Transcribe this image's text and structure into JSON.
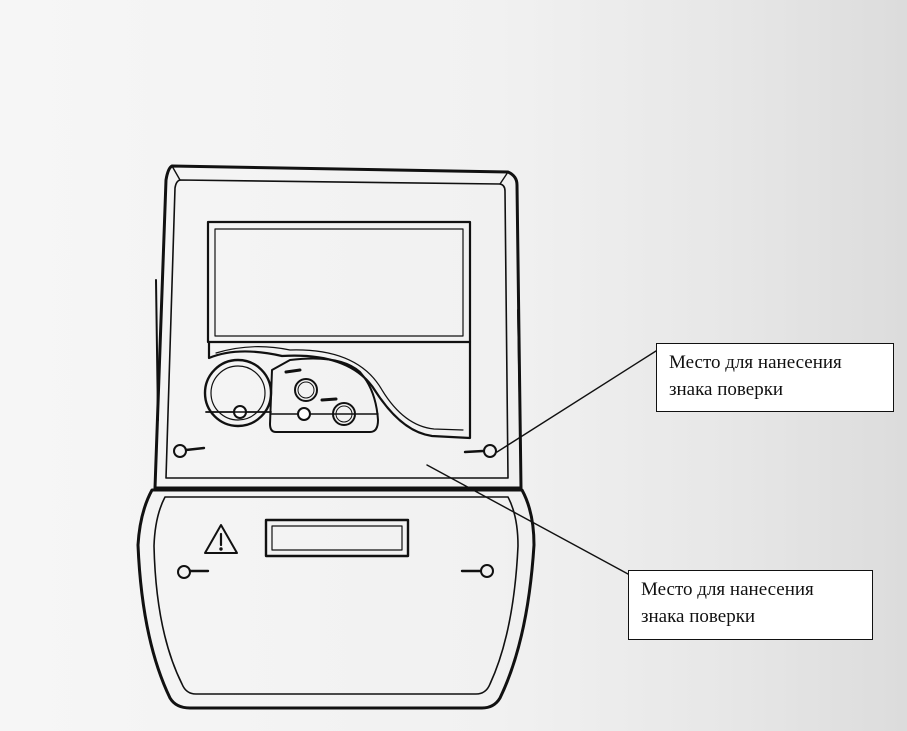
{
  "callouts": [
    {
      "line1": "Место для нанесения",
      "line2": "знака поверки"
    },
    {
      "line1": "Место для нанесения",
      "line2": "знака поверки"
    }
  ],
  "icons": {
    "warning": "warning-triangle-icon",
    "seal_screw": "seal-screw-icon",
    "round_button": "round-button-icon"
  },
  "colors": {
    "line": "#111111",
    "background": "#f3f3f3",
    "box_fill": "#ffffff"
  }
}
